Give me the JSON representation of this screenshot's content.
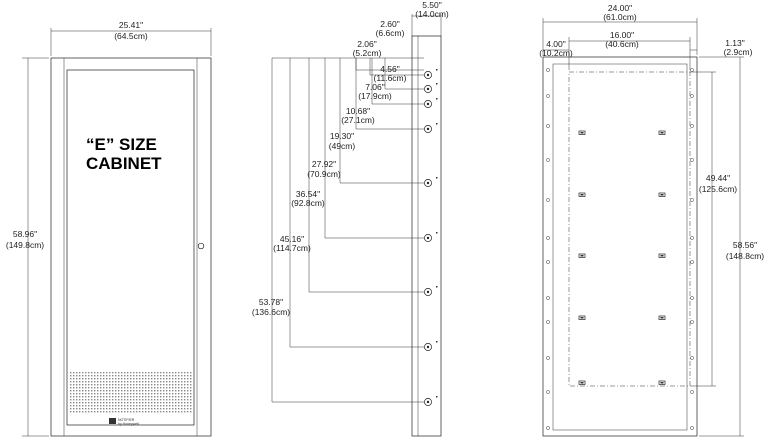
{
  "front_view": {
    "title_line1": "“E” SIZE",
    "title_line2": "CABINET",
    "width_in": "25.41\"",
    "width_cm": "(64.5cm)",
    "height_in": "58.96\"",
    "height_cm": "(149.8cm)",
    "logo_brand": "NOTIFIER",
    "logo_sub": "by Honeywell"
  },
  "side_view": {
    "depth_in": "5.50\"",
    "depth_cm": "(14.0cm)",
    "knockouts": [
      {
        "in": "2.60\"",
        "cm": "(6.6cm)"
      },
      {
        "in": "2.06\"",
        "cm": "(5.2cm)"
      },
      {
        "in": "4.56\"",
        "cm": "(11.6cm)"
      },
      {
        "in": "7.06\"",
        "cm": "(17.9cm)"
      },
      {
        "in": "10.68\"",
        "cm": "(27.1cm)"
      },
      {
        "in": "19.30\"",
        "cm": "(49cm)"
      },
      {
        "in": "27.92\"",
        "cm": "(70.9cm)"
      },
      {
        "in": "36.54\"",
        "cm": "(92.8cm)"
      },
      {
        "in": "45.16\"",
        "cm": "(114.7cm)"
      },
      {
        "in": "53.78\"",
        "cm": "(136.6cm)"
      }
    ]
  },
  "back_view": {
    "width_in": "24.00\"",
    "width_cm": "(61.0cm)",
    "left_offset_in": "4.00\"",
    "left_offset_cm": "(10.2cm)",
    "center_in": "16.00\"",
    "center_cm": "(40.6cm)",
    "right_offset_in": "1.13\"",
    "right_offset_cm": "(2.9cm)",
    "inner_height_in": "49.44\"",
    "inner_height_cm": "(125.6cm)",
    "outer_height_in": "58.56\"",
    "outer_height_cm": "(148.8cm)"
  }
}
